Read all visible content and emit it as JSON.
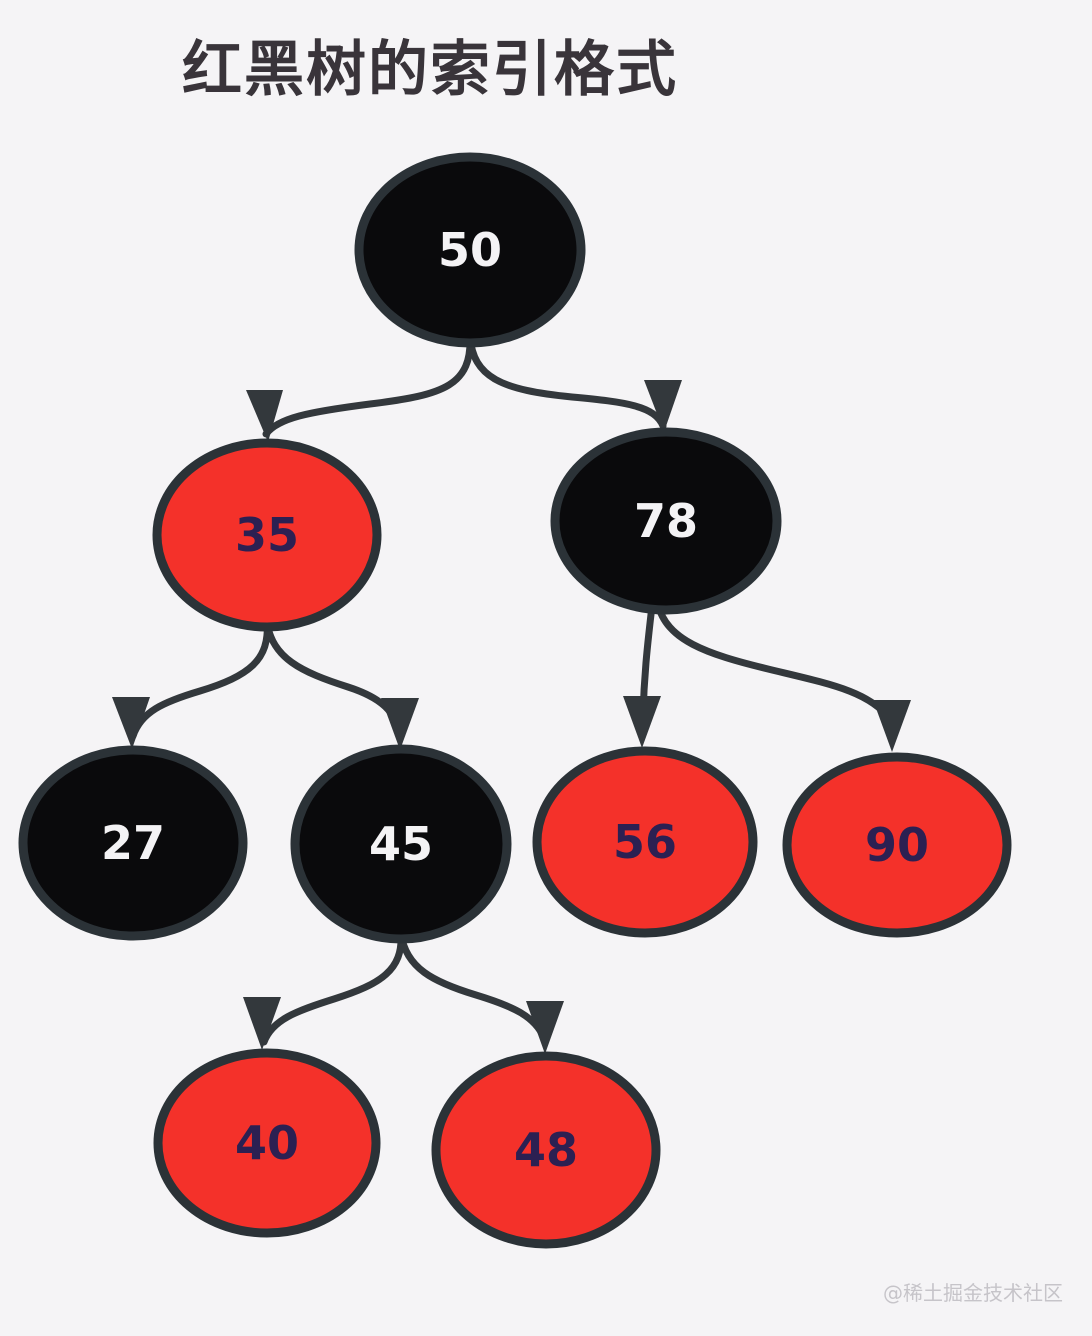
{
  "title": "红黑树的索引格式",
  "watermark": "@稀土掘金技术社区",
  "colors": {
    "background": "#f5f4f6",
    "node_red": "#f4312a",
    "node_black": "#0a0a0c",
    "node_outline": "#2b3237",
    "edge": "#33383c",
    "text_on_black": "#f4f3f5",
    "text_on_red": "#2c2052",
    "title_text": "#39343a",
    "watermark_text": "#c6c4c9"
  },
  "tree": {
    "type": "red-black-tree",
    "nodes": [
      {
        "value": "50",
        "color": "black",
        "parent": null,
        "level": 0
      },
      {
        "value": "35",
        "color": "red",
        "parent": "50",
        "level": 1
      },
      {
        "value": "78",
        "color": "black",
        "parent": "50",
        "level": 1
      },
      {
        "value": "27",
        "color": "black",
        "parent": "35",
        "level": 2
      },
      {
        "value": "45",
        "color": "black",
        "parent": "35",
        "level": 2
      },
      {
        "value": "56",
        "color": "red",
        "parent": "78",
        "level": 2
      },
      {
        "value": "90",
        "color": "red",
        "parent": "78",
        "level": 2
      },
      {
        "value": "40",
        "color": "red",
        "parent": "45",
        "level": 3
      },
      {
        "value": "48",
        "color": "red",
        "parent": "45",
        "level": 3
      }
    ],
    "edges": [
      {
        "from": "50",
        "to": "35"
      },
      {
        "from": "50",
        "to": "78"
      },
      {
        "from": "35",
        "to": "27"
      },
      {
        "from": "35",
        "to": "45"
      },
      {
        "from": "78",
        "to": "56"
      },
      {
        "from": "78",
        "to": "90"
      },
      {
        "from": "45",
        "to": "40"
      },
      {
        "from": "45",
        "to": "48"
      }
    ]
  }
}
